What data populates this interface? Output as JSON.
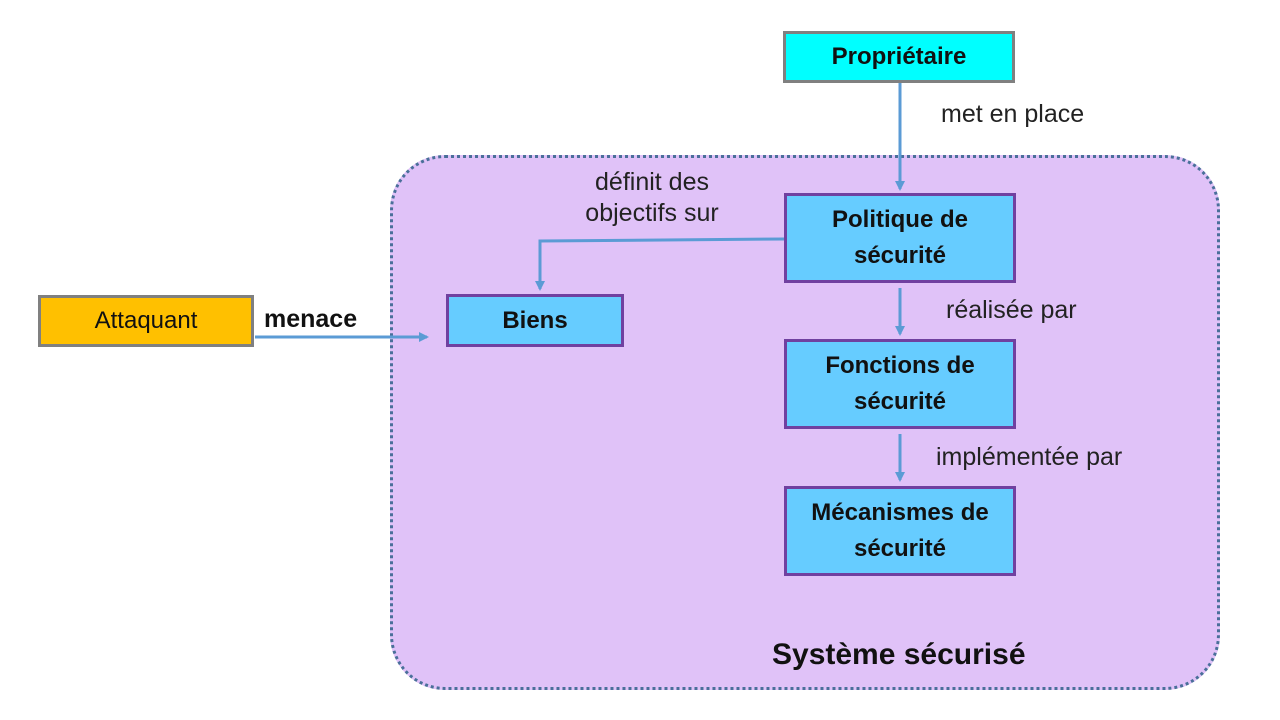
{
  "nodes": {
    "proprietaire": "Propriétaire",
    "politique": "Politique de sécurité",
    "biens": "Biens",
    "fonctions": "Fonctions de sécurité",
    "mecanismes": "Mécanismes de sécurité",
    "attaquant": "Attaquant"
  },
  "edges": {
    "met_en_place": "met en place",
    "definit_line1": "définit des",
    "definit_line2": "objectifs sur",
    "realisee_par": "réalisée par",
    "implementee_par": "implémentée par",
    "menace": "menace"
  },
  "region_title": "Système sécurisé",
  "colors": {
    "region_fill": "#e0c2f8",
    "region_border": "#4a6f9a",
    "node_fill": "#66ccff",
    "node_border": "#7040a0",
    "owner_fill": "#00ffff",
    "attacker_fill": "#ffc000",
    "arrow": "#5b9bd5"
  }
}
